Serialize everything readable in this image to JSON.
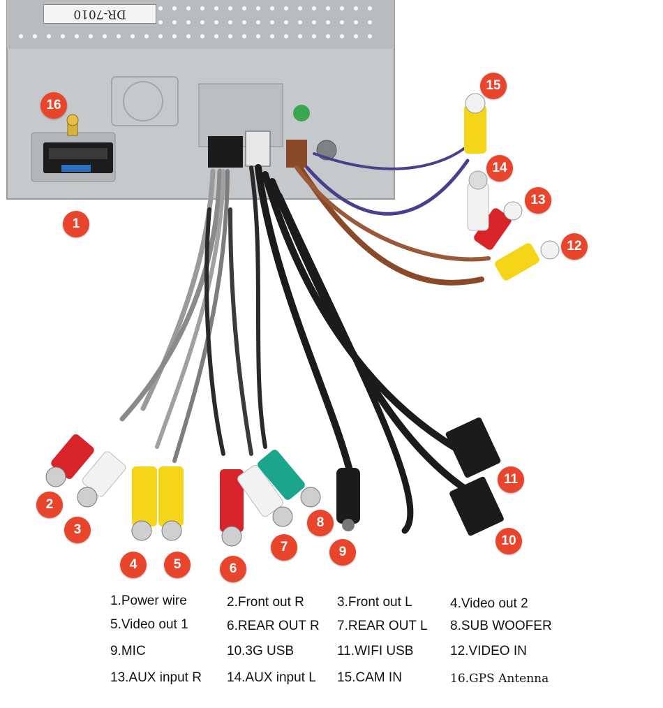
{
  "unit": {
    "model_label": "DR-7010"
  },
  "callouts": [
    {
      "id": "1",
      "label": "1"
    },
    {
      "id": "2",
      "label": "2"
    },
    {
      "id": "3",
      "label": "3"
    },
    {
      "id": "4",
      "label": "4"
    },
    {
      "id": "5",
      "label": "5"
    },
    {
      "id": "6",
      "label": "6"
    },
    {
      "id": "7",
      "label": "7"
    },
    {
      "id": "8",
      "label": "8"
    },
    {
      "id": "9",
      "label": "9"
    },
    {
      "id": "10",
      "label": "10"
    },
    {
      "id": "11",
      "label": "11"
    },
    {
      "id": "12",
      "label": "12"
    },
    {
      "id": "13",
      "label": "13"
    },
    {
      "id": "14",
      "label": "14"
    },
    {
      "id": "15",
      "label": "15"
    },
    {
      "id": "16",
      "label": "16"
    }
  ],
  "legend": [
    {
      "text": "1.Power wire"
    },
    {
      "text": "2.Front out R"
    },
    {
      "text": "3.Front out L"
    },
    {
      "text": "4.Video out 2"
    },
    {
      "text": "5.Video out 1"
    },
    {
      "text": "6.REAR OUT R"
    },
    {
      "text": "7.REAR OUT L"
    },
    {
      "text": "8.SUB WOOFER"
    },
    {
      "text": "9.MIC"
    },
    {
      "text": "10.3G USB"
    },
    {
      "text": "11.WIFI USB"
    },
    {
      "text": "12.VIDEO IN"
    },
    {
      "text": "13.AUX input R"
    },
    {
      "text": "14.AUX input L"
    },
    {
      "text": "15.CAM IN"
    },
    {
      "text": "16.GPS Antenna"
    }
  ],
  "colors": {
    "callout": "#e8452c",
    "rca_red": "#d9232b",
    "rca_white": "#f2f2f2",
    "rca_yellow": "#f5d51a",
    "rca_green": "#1aa58c",
    "cable_black": "#1b1b1b",
    "cable_grey": "#8a8a8a",
    "cable_brown": "#8a4a2a",
    "cable_purple": "#4b3f8c",
    "chassis": "#c9cccf"
  }
}
